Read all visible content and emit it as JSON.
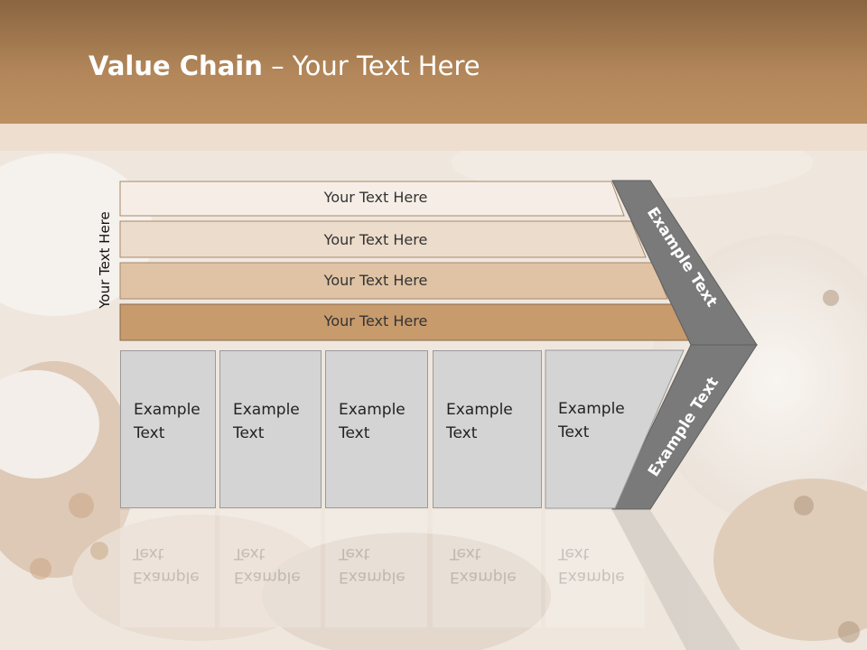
{
  "title": {
    "bold": "Value Chain",
    "rest": " – Your Text Here"
  },
  "side_label": "Your Text Here",
  "bars": [
    {
      "label": "Your Text Here",
      "color": "#f6eee6"
    },
    {
      "label": "Your Text Here",
      "color": "#ecdccb"
    },
    {
      "label": "Your Text Here",
      "color": "#dfc3a4"
    },
    {
      "label": "Your Text Here",
      "color": "#c89b6c"
    }
  ],
  "boxes": [
    {
      "line1": "Example",
      "line2": "Text"
    },
    {
      "line1": "Example",
      "line2": "Text"
    },
    {
      "line1": "Example",
      "line2": "Text"
    },
    {
      "line1": "Example",
      "line2": "Text"
    },
    {
      "line1": "Example",
      "line2": "Text"
    }
  ],
  "chevron": {
    "upper": "Example Text",
    "lower": "Example Text",
    "color": "#7a7a7a"
  },
  "colors": {
    "header": "#b3875a",
    "box": "#d4d4d4"
  }
}
